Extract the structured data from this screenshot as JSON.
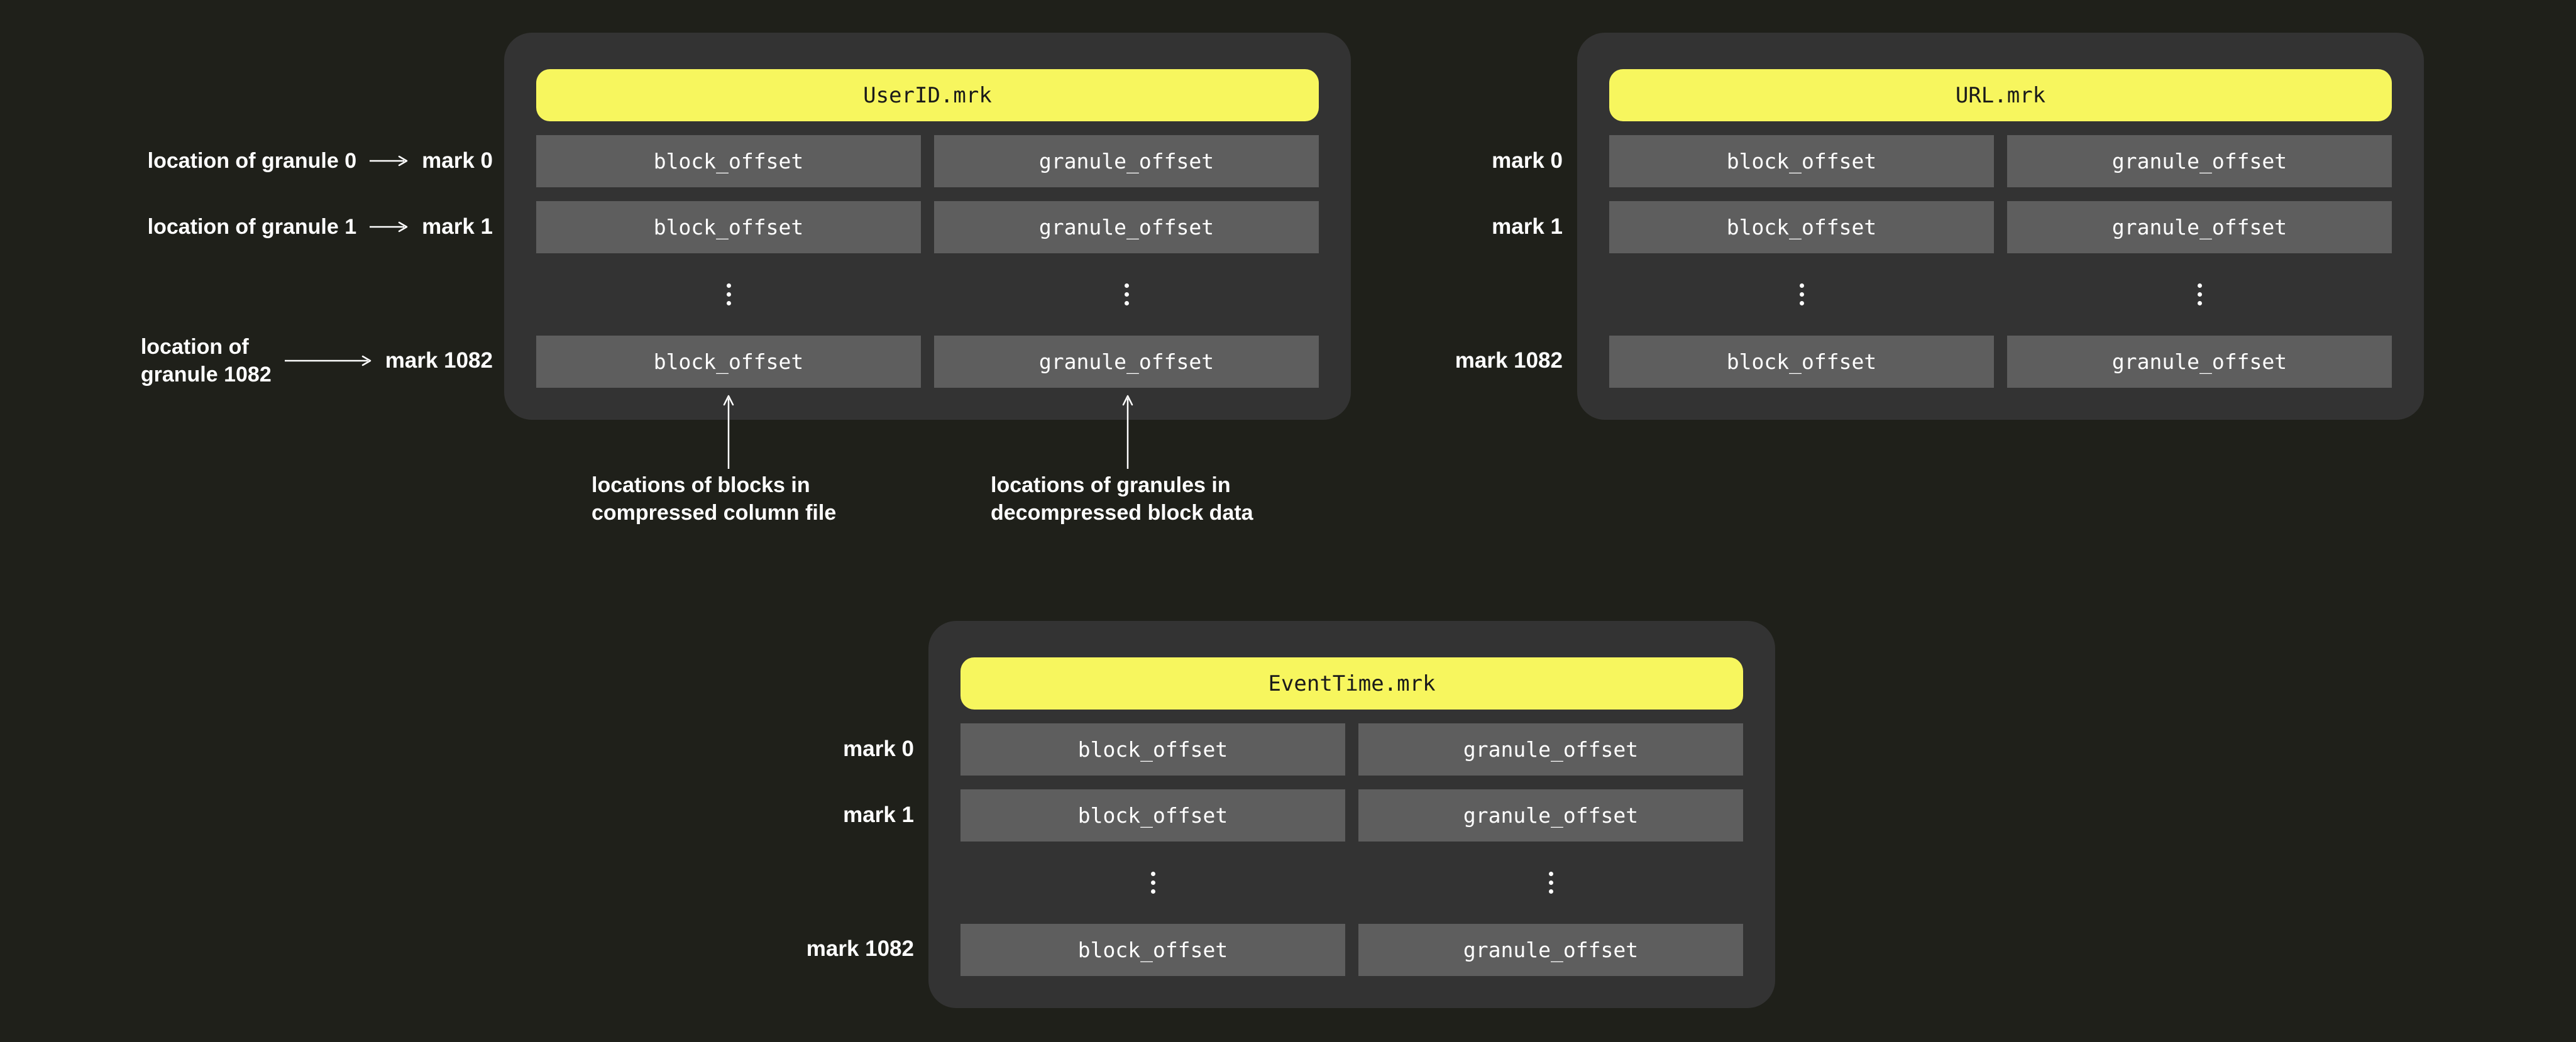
{
  "colors": {
    "background": "#1f201a",
    "panel": "#333333",
    "cell": "#5e5e5e",
    "title_bg": "#f7f65e",
    "title_text": "#1a1a1a",
    "text": "#ffffff"
  },
  "labels": {
    "block": "block_offset",
    "granule": "granule_offset"
  },
  "panels": [
    {
      "title": "UserID.mrk"
    },
    {
      "title": "URL.mrk",
      "marks": [
        "mark 0",
        "mark 1",
        "mark 1082"
      ]
    },
    {
      "title": "EventTime.mrk",
      "marks": [
        "mark 0",
        "mark 1",
        "mark 1082"
      ]
    }
  ],
  "annotations": {
    "left": [
      {
        "label": "location of granule 0",
        "mark": "mark 0"
      },
      {
        "label": "location of granule 1",
        "mark": "mark 1"
      },
      {
        "label_line1": "location of",
        "label_line2": "granule 1082",
        "mark": "mark 1082"
      }
    ],
    "bottom": [
      {
        "line1": "locations of blocks in",
        "line2": "compressed column file"
      },
      {
        "line1": "locations of granules in",
        "line2": "decompressed block data"
      }
    ]
  }
}
